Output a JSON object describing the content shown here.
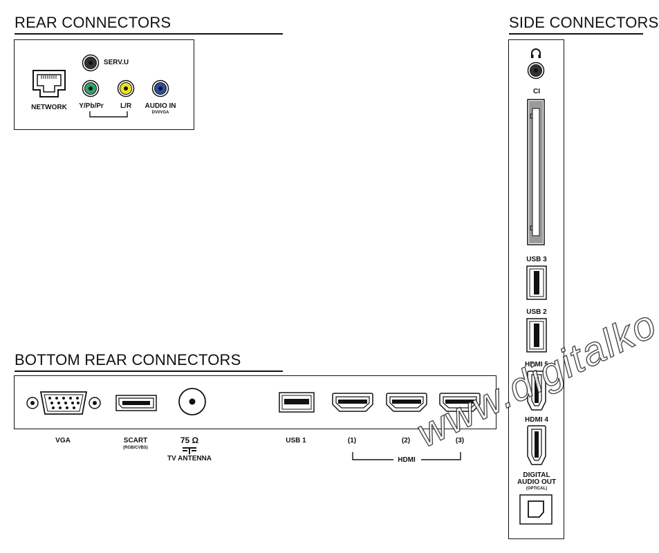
{
  "sections": {
    "rear_title": "REAR CONNECTORS",
    "side_title": "SIDE CONNECTORS",
    "bottom_title": "BOTTOM REAR CONNECTORS"
  },
  "rear": {
    "network": "NETWORK",
    "serv_u": "SERV.U",
    "ypbpr": "Y/Pb/Pr",
    "lr": "L/R",
    "audio_in": "AUDIO IN",
    "audio_in_sub": "DVI/VGA"
  },
  "bottom": {
    "vga": "VGA",
    "scart": "SCART",
    "scart_sub": "(RGB/CVBS)",
    "antenna_ohm": "75 Ω",
    "antenna": "TV ANTENNA",
    "usb1": "USB 1",
    "hdmi1": "(1)",
    "hdmi2": "(2)",
    "hdmi3": "(3)",
    "hdmi_group": "HDMI"
  },
  "side": {
    "ci": "CI",
    "usb3": "USB 3",
    "usb2": "USB 2",
    "hdmi5": "HDMI 5",
    "hdmi4": "HDMI 4",
    "digital_audio_line1": "DIGITAL",
    "digital_audio_line2": "AUDIO OUT",
    "digital_audio_sub": "(OPTICAL)"
  },
  "watermark": "www.digitalko.hu",
  "colors": {
    "green_jack": "#2fa36b",
    "yellow_jack": "#f3e21b",
    "blue_jack": "#2b4ea5",
    "ci_slot": "#9a9a9a"
  }
}
